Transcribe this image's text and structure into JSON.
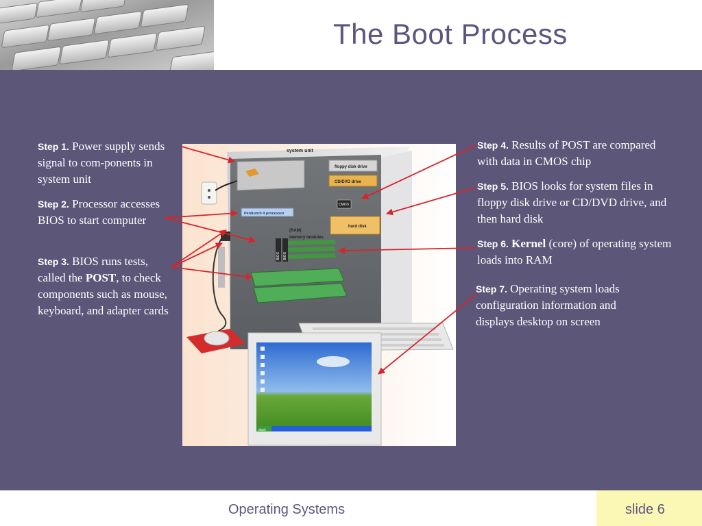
{
  "slide": {
    "title": "The Boot Process",
    "footer_text": "Operating Systems",
    "slide_number": "slide 6"
  },
  "steps": [
    {
      "label": "Step 1.",
      "text": "Power supply sends signal to com-ponents in system unit"
    },
    {
      "label": "Step 2.",
      "text": "Processor accesses BIOS to start computer"
    },
    {
      "label": "Step 3.",
      "text_before": "BIOS runs tests, called the",
      "bold_term": "POST",
      "text_after": ", to check components such as mouse, keyboard, and adapter cards"
    },
    {
      "label": "Step 4.",
      "text": "Results of POST are compared with data in CMOS chip"
    },
    {
      "label": "Step 5.",
      "text": "BIOS looks for system files in floppy disk drive or CD/DVD drive, and then hard disk"
    },
    {
      "label": "Step 6.",
      "bold_term": "Kernel",
      "text": "(core) of operating system loads into RAM"
    },
    {
      "label": "Step 7.",
      "text": "Operating system loads configuration information and displays desktop on screen"
    }
  ],
  "illustration_labels": {
    "system_unit": "system unit",
    "floppy": "floppy disk drive",
    "cddvd": "CD/DVD drive",
    "cmos": "CMOS",
    "processor": "Pentium® 4 processor",
    "harddisk": "hard disk",
    "ram": "(RAM)",
    "memory": "memory modules",
    "bios1": "BIOS",
    "bios2": "BIOS",
    "start": "start"
  },
  "colors": {
    "background": "#5c5679",
    "title": "#5b5580",
    "arrow": "#d8242b",
    "slide_box": "#fbf7b4"
  }
}
